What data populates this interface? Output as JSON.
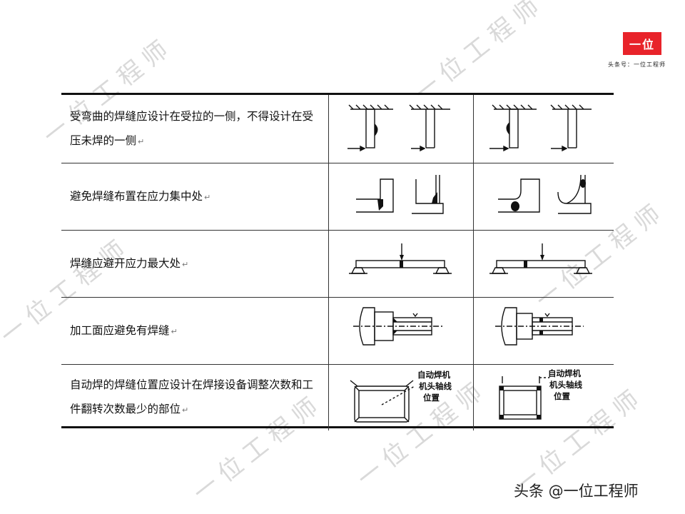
{
  "brand": {
    "logo_text": "一位",
    "caption": "头条号：一位工程师",
    "watermark": "一位工程师",
    "footer": "头条 @一位工程师",
    "accent_color": "#e8232a"
  },
  "rows": [
    {
      "text": "受弯曲的焊缝应设计在受拉的一侧，不得设计在受压未焊的一侧"
    },
    {
      "text": "避免焊缝布置在应力集中处"
    },
    {
      "text": "焊缝应避开应力最大处"
    },
    {
      "text": "加工面应避免有焊缝"
    },
    {
      "text": "自动焊的焊缝位置应设计在焊接设备调整次数和工件翻转次数最少的部位"
    }
  ],
  "diagram_labels": {
    "auto_weld_line1": "自动焊机",
    "auto_weld_line2": "机头轴线",
    "auto_weld_line3": "位置"
  },
  "return_mark": "↵"
}
